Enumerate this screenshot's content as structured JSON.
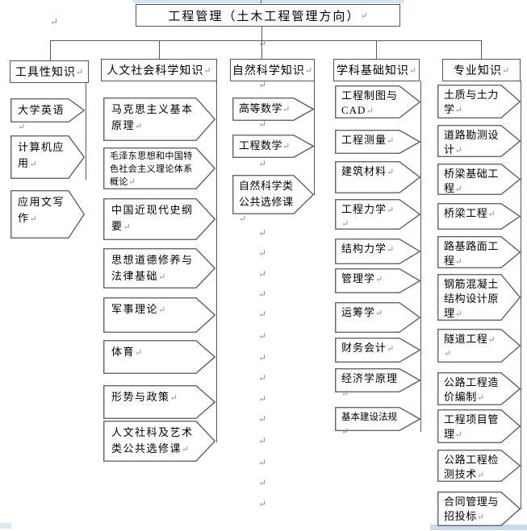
{
  "title": {
    "label": "工程管理（土木工程管理方向）"
  },
  "icons": {
    "pilcrow_return": "↵"
  },
  "colors": {
    "line": "#5a5a5a",
    "border": "#555555",
    "mark": "#8e8e8e",
    "selection_bar": "#c6dbf2"
  },
  "columns": [
    {
      "header": {
        "label": "工具性知识"
      },
      "items": [
        {
          "label": "大学英语"
        },
        {
          "label": "计算机应用"
        },
        {
          "label": "应用文写作"
        }
      ]
    },
    {
      "header": {
        "label": "人文社会科学知识"
      },
      "items": [
        {
          "label": "马克思主义基本原理"
        },
        {
          "label": "毛泽东思想和中国特色社会主义理论体系概论"
        },
        {
          "label": "中国近现代史纲要"
        },
        {
          "label": "思想道德修养与法律基础"
        },
        {
          "label": "军事理论"
        },
        {
          "label": "体育"
        },
        {
          "label": "形势与政策"
        },
        {
          "label": "人文社科及艺术类公共选修课"
        }
      ]
    },
    {
      "header": {
        "label": "自然科学知识"
      },
      "items": [
        {
          "label": "高等数学"
        },
        {
          "label": "工程数学"
        },
        {
          "label": "自然科学类公共选修课"
        }
      ]
    },
    {
      "header": {
        "label": "学科基础知识"
      },
      "items": [
        {
          "label": "工程制图与CAD"
        },
        {
          "label": "工程测量"
        },
        {
          "label": "建筑材料"
        },
        {
          "label": "工程力学"
        },
        {
          "label": "结构力学"
        },
        {
          "label": "管理学"
        },
        {
          "label": "运筹学"
        },
        {
          "label": "财务会计"
        },
        {
          "label": "经济学原理"
        },
        {
          "label": "基本建设法规"
        }
      ]
    },
    {
      "header": {
        "label": "专业知识"
      },
      "items": [
        {
          "label": "土质与土力学"
        },
        {
          "label": "道路勘测设计"
        },
        {
          "label": "桥梁基础工程"
        },
        {
          "label": "桥梁工程"
        },
        {
          "label": "路基路面工程"
        },
        {
          "label": "钢筋混凝土结构设计原理"
        },
        {
          "label": "隧道工程"
        },
        {
          "label": "公路工程造价编制"
        },
        {
          "label": "工程项目管理"
        },
        {
          "label": "公路工程检测技术"
        },
        {
          "label": "合同管理与招投标"
        }
      ]
    }
  ]
}
